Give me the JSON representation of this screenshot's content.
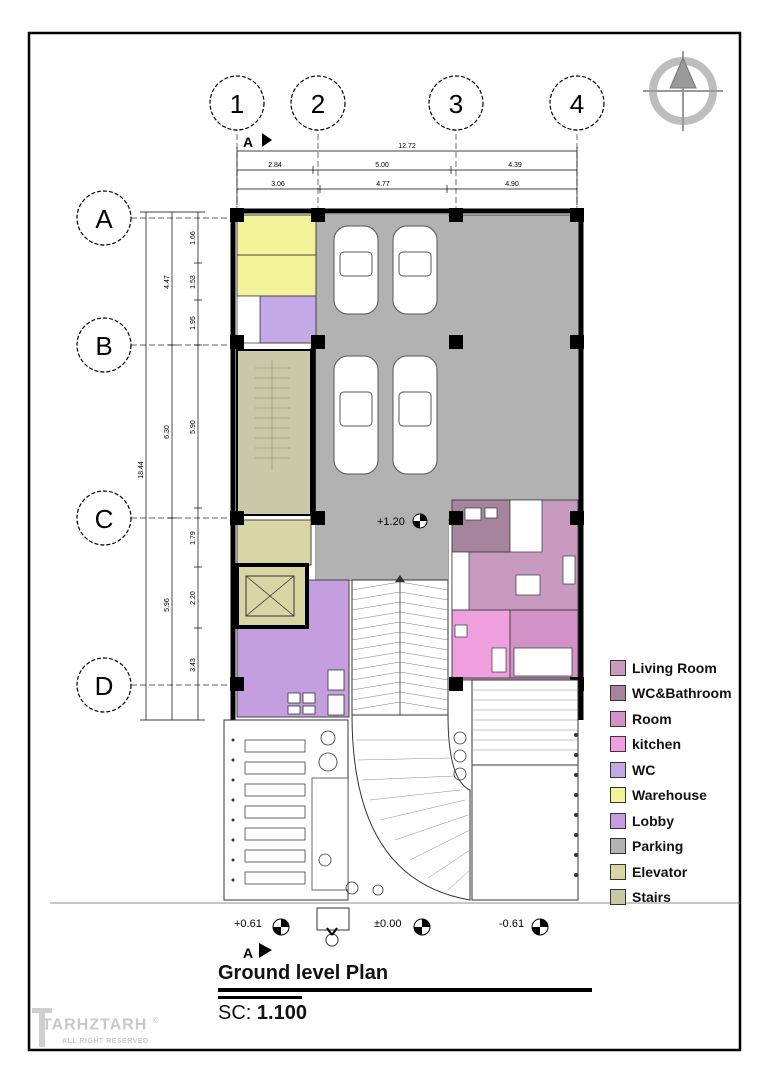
{
  "grid": {
    "columns": [
      "1",
      "2",
      "3",
      "4"
    ],
    "rows": [
      "A",
      "B",
      "C",
      "D"
    ]
  },
  "dimensions": {
    "overall_width": "12.72",
    "top_row1": [
      "2.84",
      "5.00",
      "4.39"
    ],
    "top_row2": [
      "3.06",
      "4.77",
      "4.90"
    ],
    "left_total": "18.44",
    "left_col1": [
      "4.47",
      "6.30",
      "5.96"
    ],
    "left_col2": [
      "1.66",
      "1.53",
      "1.95",
      "5.90",
      "1.79",
      "2.20",
      "3.43"
    ]
  },
  "section_marker": "A",
  "levels": {
    "interior": "+1.20",
    "entry_left": "+0.61",
    "entry_mid": "±0.00",
    "entry_right": "-0.61"
  },
  "legend": [
    {
      "label": "Living Room",
      "color": "#c89ac0"
    },
    {
      "label": "WC&Bathroom",
      "color": "#a7849e"
    },
    {
      "label": "Room",
      "color": "#d291c7"
    },
    {
      "label": "kitchen",
      "color": "#ef9fde"
    },
    {
      "label": "WC",
      "color": "#c5a9e6"
    },
    {
      "label": "Warehouse",
      "color": "#f3f39a"
    },
    {
      "label": "Lobby",
      "color": "#c59ee0"
    },
    {
      "label": "Parking",
      "color": "#b2b2b2"
    },
    {
      "label": "Elevator",
      "color": "#d9d6a6"
    },
    {
      "label": "Stairs",
      "color": "#cac8a9"
    }
  ],
  "title": "Ground level Plan",
  "scale_prefix": "SC:",
  "scale_value": "1.100",
  "logo": {
    "name": "TARHZTARH",
    "tagline": "ALL RIGHT RESERVED",
    "mark": "©"
  }
}
